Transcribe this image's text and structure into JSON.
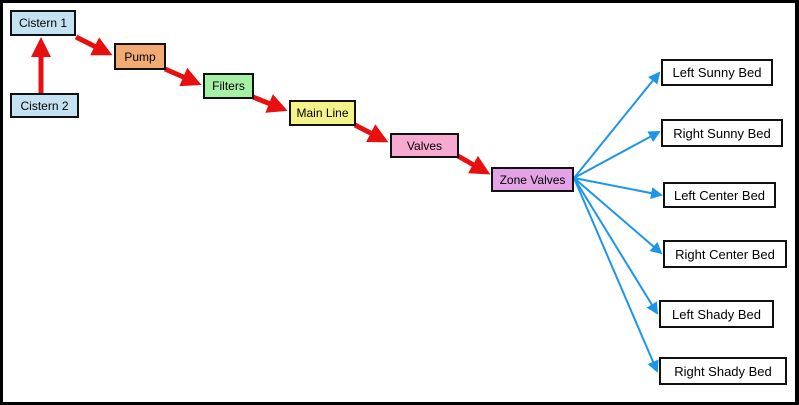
{
  "nodes": {
    "cistern1": {
      "label": "Cistern 1",
      "color": "#c5e2f3"
    },
    "cistern2": {
      "label": "Cistern 2",
      "color": "#c5e2f3"
    },
    "pump": {
      "label": "Pump",
      "color": "#f2aa73"
    },
    "filters": {
      "label": "Filters",
      "color": "#a6efa6"
    },
    "main_line": {
      "label": "Main Line",
      "color": "#f4f38a"
    },
    "valves": {
      "label": "Valves",
      "color": "#f7a9cf"
    },
    "zone_valves": {
      "label": "Zone Valves",
      "color": "#e3a3e6"
    },
    "beds": [
      {
        "label": "Left Sunny Bed"
      },
      {
        "label": "Right Sunny Bed"
      },
      {
        "label": "Left Center Bed"
      },
      {
        "label": "Right Center Bed"
      },
      {
        "label": "Left Shady Bed"
      },
      {
        "label": "Right Shady Bed"
      }
    ]
  },
  "colors": {
    "main_flow_arrow": "#e80f0f",
    "zone_arrow": "#1e96e8",
    "border": "#000000"
  }
}
